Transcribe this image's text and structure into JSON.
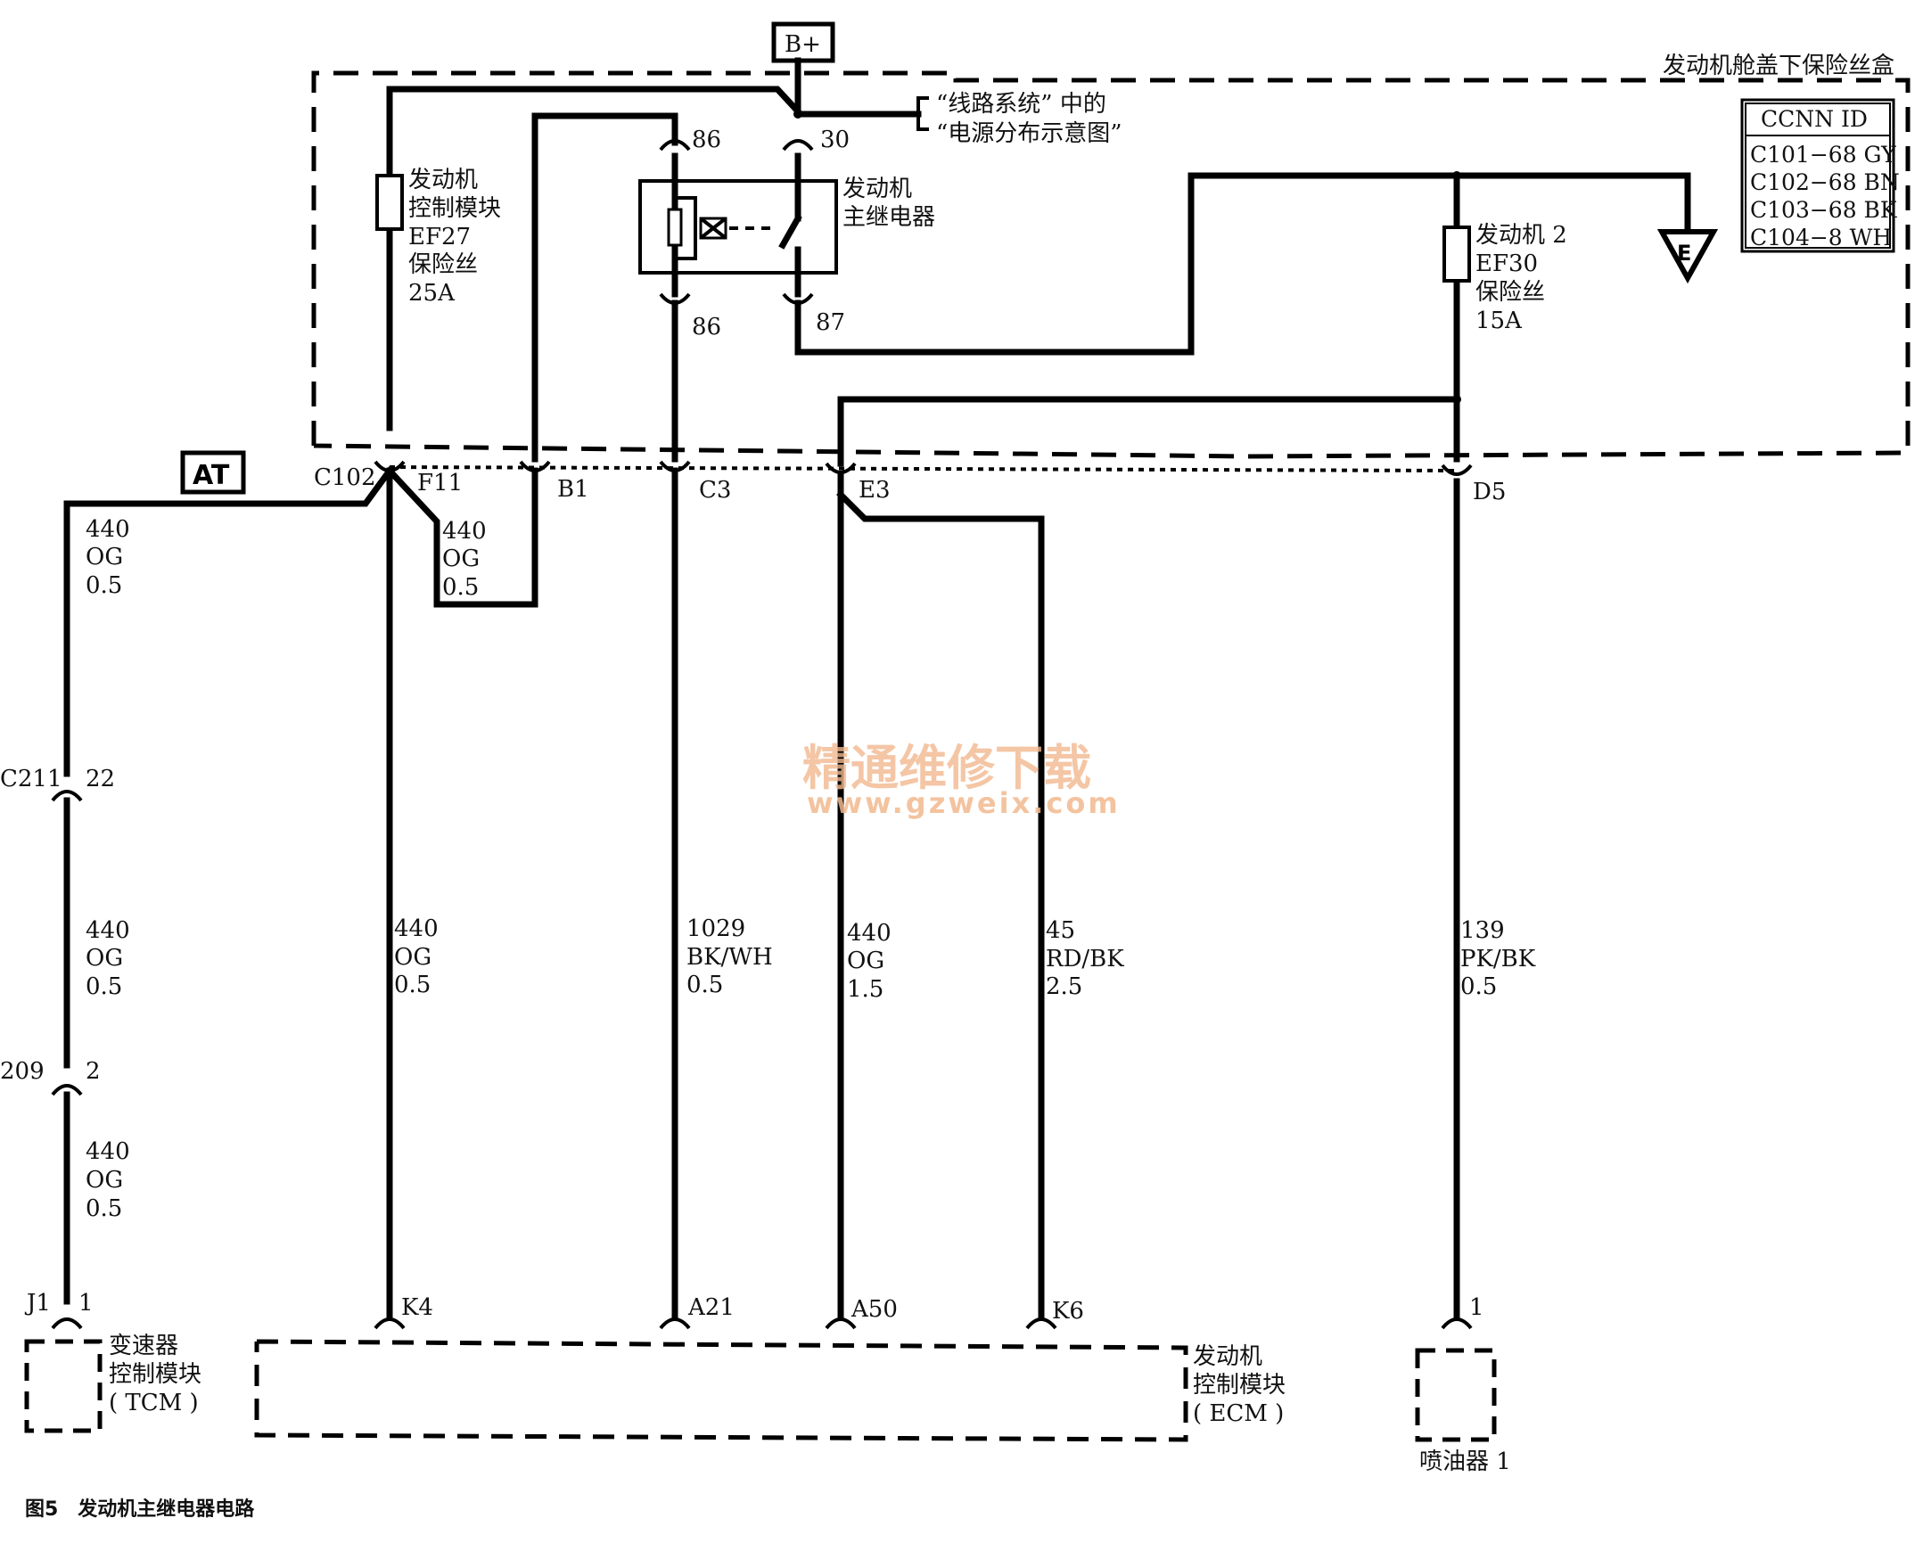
{
  "labels": {
    "b_plus": "B+",
    "fuse_box": "发动机舱盖下保险丝盒",
    "ref_line1": "“线路系统” 中的",
    "ref_line2": "“电源分布示意图”",
    "ccnn_header": "CCNN ID",
    "ccnn": [
      "C101−68 GY",
      "C102−68 BN",
      "C103−68 BK",
      "C104−8 WH"
    ],
    "ef27": [
      "发动机",
      "控制模块",
      "EF27",
      "保险丝",
      "25A"
    ],
    "relay": [
      "发动机",
      "主继电器"
    ],
    "ef30": [
      "发动机 2",
      "EF30",
      "保险丝",
      "15A"
    ],
    "ground": "E",
    "at": "AT",
    "c102": "C102",
    "c211": "C211",
    "c209": "209",
    "tcm": [
      "变速器",
      "控制模块",
      "( TCM )"
    ],
    "ecm": [
      "发动机",
      "控制模块",
      "( ECM )"
    ],
    "injector": "喷油器 1",
    "caption": "图5　发动机主继电器电路",
    "watermark1": "精通维修下载",
    "watermark2": "www.gzweix.com"
  },
  "pins": {
    "p86_top": "86",
    "p30": "30",
    "p86_bot": "86",
    "p87": "87",
    "F11": "F11",
    "B1": "B1",
    "C3": "C3",
    "E3": "E3",
    "D5": "D5",
    "c211_pin": "22",
    "c209_pin": "2",
    "J1": "J1",
    "j1_pin": "1",
    "K4": "K4",
    "A21": "A21",
    "A50": "A50",
    "K6": "K6",
    "inj_pin": "1"
  },
  "wires": {
    "at_top": [
      "440",
      "OG",
      "0.5"
    ],
    "at_mid": [
      "440",
      "OG",
      "0.5"
    ],
    "at_bot": [
      "440",
      "OG",
      "0.5"
    ],
    "b1_loop": [
      "440",
      "OG",
      "0.5"
    ],
    "k4": [
      "440",
      "OG",
      "0.5"
    ],
    "a21": [
      "1029",
      "BK/WH",
      "0.5"
    ],
    "a50": [
      "440",
      "OG",
      "1.5"
    ],
    "k6": [
      "45",
      "RD/BK",
      "2.5"
    ],
    "inj": [
      "139",
      "PK/BK",
      "0.5"
    ]
  }
}
